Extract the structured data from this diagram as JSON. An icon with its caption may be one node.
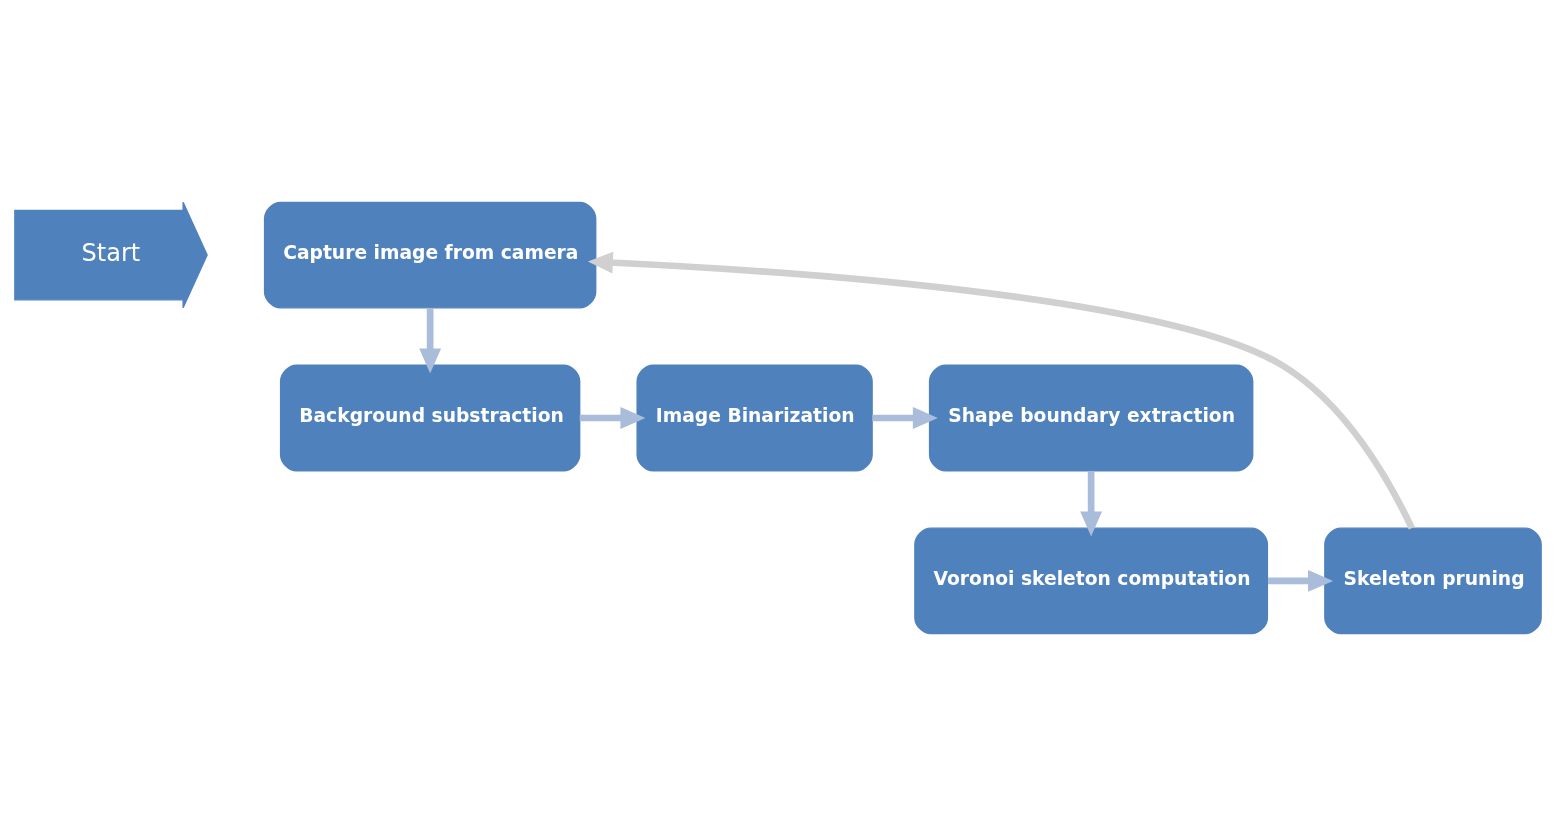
{
  "diagram": {
    "nodes": [
      {
        "text": [
          "Start"
        ]
      },
      {
        "text": [
          "Capture image from camera"
        ]
      },
      {
        "text": [
          "Background substraction"
        ]
      },
      {
        "text": [
          "Image Binarization"
        ]
      },
      {
        "text": [
          "Shape boundary extraction"
        ]
      },
      {
        "text": [
          "Voronoi skeleton computation"
        ]
      },
      {
        "text": [
          "Skeleton pruning"
        ]
      }
    ],
    "edges": [
      {
        "from": 1,
        "to": 2,
        "arrow": "to"
      },
      {
        "from": 2,
        "to": 3,
        "arrow": "to"
      },
      {
        "from": 3,
        "to": 4,
        "arrow": "to"
      },
      {
        "from": 4,
        "to": 5,
        "arrow": "to"
      },
      {
        "from": 5,
        "to": 6,
        "arrow": "to"
      },
      {
        "from": 6,
        "to": 1,
        "arrow": "to",
        "color": "#d0d0d0"
      }
    ]
  }
}
